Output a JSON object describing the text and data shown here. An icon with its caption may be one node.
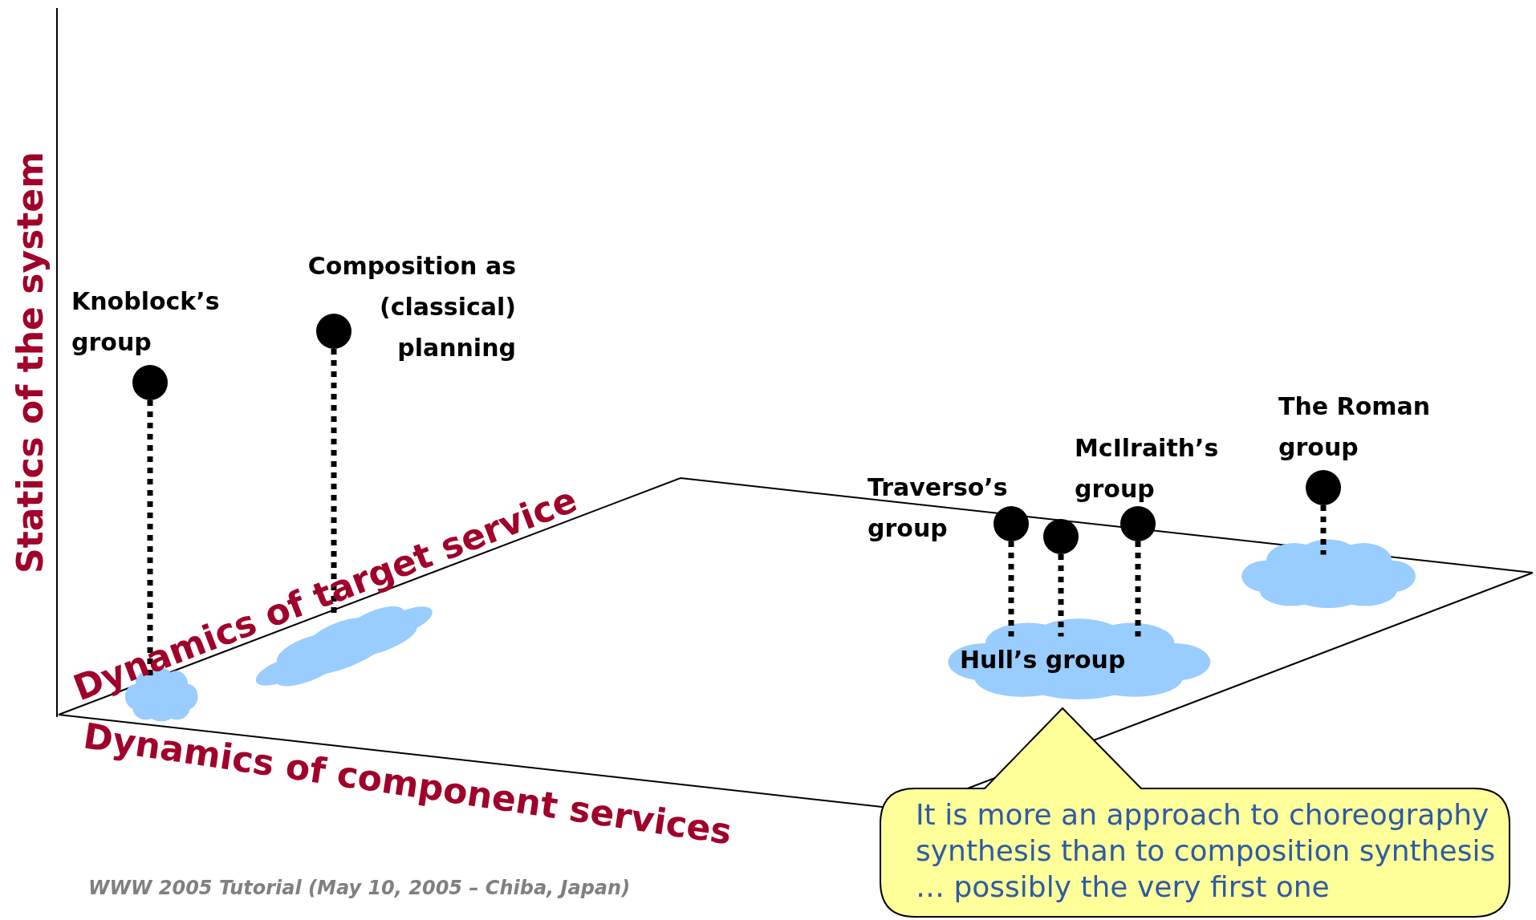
{
  "diagram": {
    "nodes": [
      {
        "text": [],
        "shape": "circle",
        "beside": [
          "Knoblock’s group"
        ]
      },
      {
        "text": [],
        "shape": "circle",
        "beside": [
          "Composition as (classical) planning"
        ]
      },
      {
        "text": [],
        "shape": "cloud"
      },
      {
        "text": [],
        "shape": "cloud"
      },
      {
        "text": [],
        "shape": "circle",
        "beside": [
          "Traverso’s group"
        ]
      },
      {
        "text": [],
        "shape": "circle"
      },
      {
        "text": [],
        "shape": "circle",
        "beside": [
          "McIlraith’s group"
        ]
      },
      {
        "text": [
          "Hull’s group"
        ]
      },
      {
        "text": [],
        "shape": "circle",
        "beside": [
          "The Roman group"
        ]
      },
      {
        "text": [],
        "shape": "cloud"
      },
      {
        "text": [
          "It is more an approach to choreography synthesis than to composition synthesis … possibly the very first one"
        ]
      }
    ],
    "edges": [
      {
        "from": 0,
        "to": 2,
        "arrow": "none",
        "style": "dashed"
      },
      {
        "from": 1,
        "to": 3,
        "arrow": "none",
        "style": "dashed"
      },
      {
        "from": 4,
        "to": 7,
        "arrow": "none",
        "style": "dashed"
      },
      {
        "from": 5,
        "to": 7,
        "arrow": "none",
        "style": "dashed"
      },
      {
        "from": 6,
        "to": 7,
        "arrow": "none",
        "style": "dashed"
      },
      {
        "from": 8,
        "to": 9,
        "arrow": "none",
        "style": "dashed"
      }
    ],
    "labels": [
      "Statics of the system",
      "Dynamics of target service",
      "Dynamics of component services",
      "WWW 2005 Tutorial (May 10, 2005 – Chiba, Japan)"
    ]
  }
}
